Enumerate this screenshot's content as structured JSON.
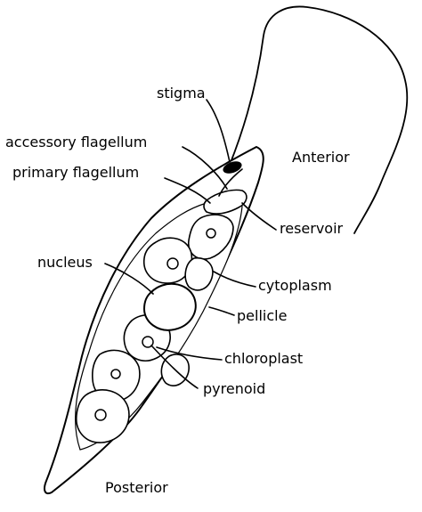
{
  "diagram": {
    "labels": {
      "stigma": "stigma",
      "accessory_flagellum": "accessory flagellum",
      "primary_flagellum": "primary flagellum",
      "anterior": "Anterior",
      "reservoir": "reservoir",
      "nucleus": "nucleus",
      "cytoplasm": "cytoplasm",
      "pellicle": "pellicle",
      "chloroplast": "chloroplast",
      "pyrenoid": "pyrenoid",
      "posterior": "Posterior"
    }
  }
}
